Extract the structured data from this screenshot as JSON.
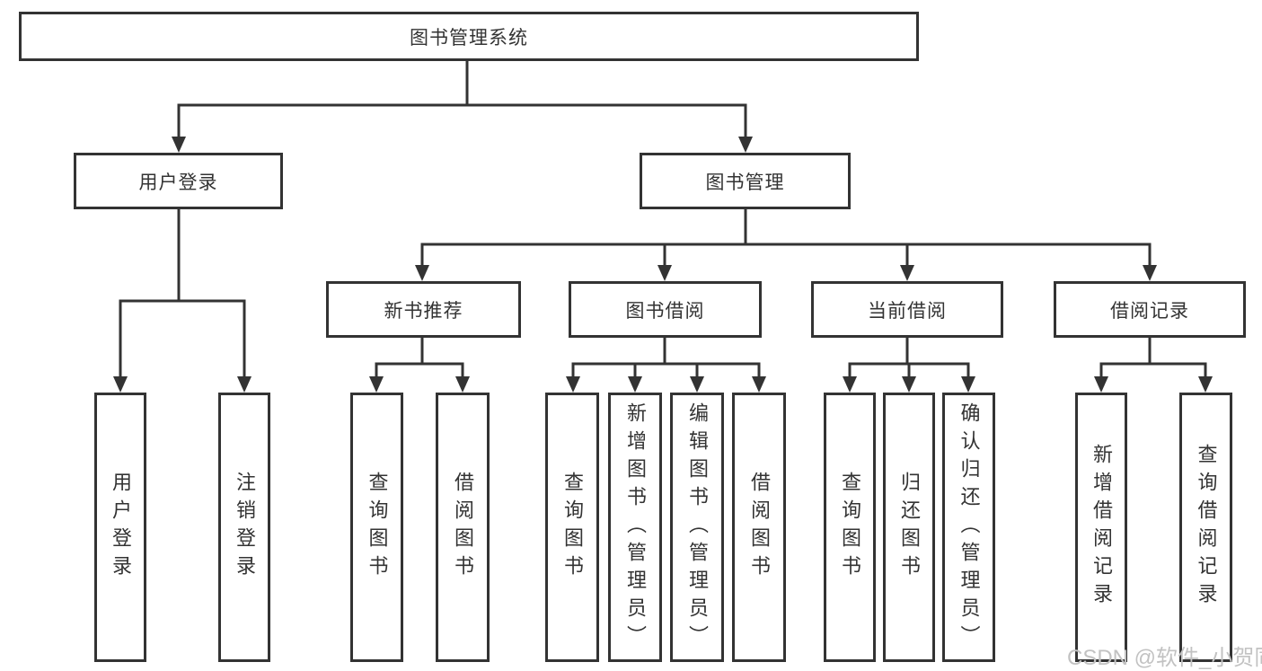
{
  "nodes": {
    "root": {
      "label": "图书管理系统"
    },
    "user_login": {
      "label": "用户登录"
    },
    "book_mgmt": {
      "label": "图书管理"
    },
    "new_book_rec": {
      "label": "新书推荐"
    },
    "book_borrow": {
      "label": "图书借阅"
    },
    "current_borrow": {
      "label": "当前借阅"
    },
    "borrow_records": {
      "label": "借阅记录"
    },
    "leaf_user_login": {
      "label": "用户登录"
    },
    "leaf_logout": {
      "label": "注销登录"
    },
    "leaf_query_books_rec": {
      "label": "查询图书"
    },
    "leaf_borrow_books_rec": {
      "label": "借阅图书"
    },
    "leaf_query_books_borrow": {
      "label": "查询图书"
    },
    "leaf_add_books_admin": {
      "label": "新增图书（管理员）"
    },
    "leaf_edit_books_admin": {
      "label": "编辑图书（管理员）"
    },
    "leaf_borrow_books": {
      "label": "借阅图书"
    },
    "leaf_query_books_current": {
      "label": "查询图书"
    },
    "leaf_return_books": {
      "label": "归还图书"
    },
    "leaf_confirm_return_admin": {
      "label": "确认归还（管理员）"
    },
    "leaf_add_borrow_record": {
      "label": "新增借阅记录"
    },
    "leaf_query_borrow_record": {
      "label": "查询借阅记录"
    }
  },
  "watermark": {
    "text": "CSDN @软件_小贺同学"
  },
  "colors": {
    "line": "#333333",
    "ink": "#333333",
    "box_fill": "#ffffff",
    "watermark": "#c2c2c2"
  }
}
